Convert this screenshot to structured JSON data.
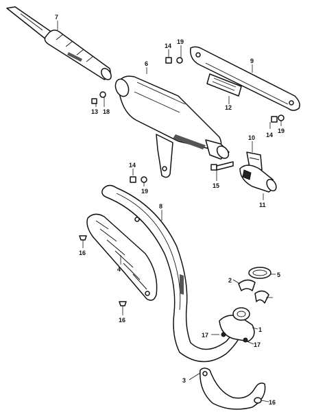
{
  "labels": {
    "l1": "1",
    "l2": "2",
    "l3": "3",
    "l4": "4",
    "l5": "5",
    "l6": "6",
    "l7": "7",
    "l8": "8",
    "l9": "9",
    "l10": "10",
    "l11": "11",
    "l12": "12",
    "l13": "13",
    "l14a": "14",
    "l14b": "14",
    "l14c": "14",
    "l15": "15",
    "l16a": "16",
    "l16b": "16",
    "l16c": "16",
    "l17a": "17",
    "l17b": "17",
    "l18": "18",
    "l19a": "19",
    "l19b": "19",
    "l19c": "19"
  }
}
